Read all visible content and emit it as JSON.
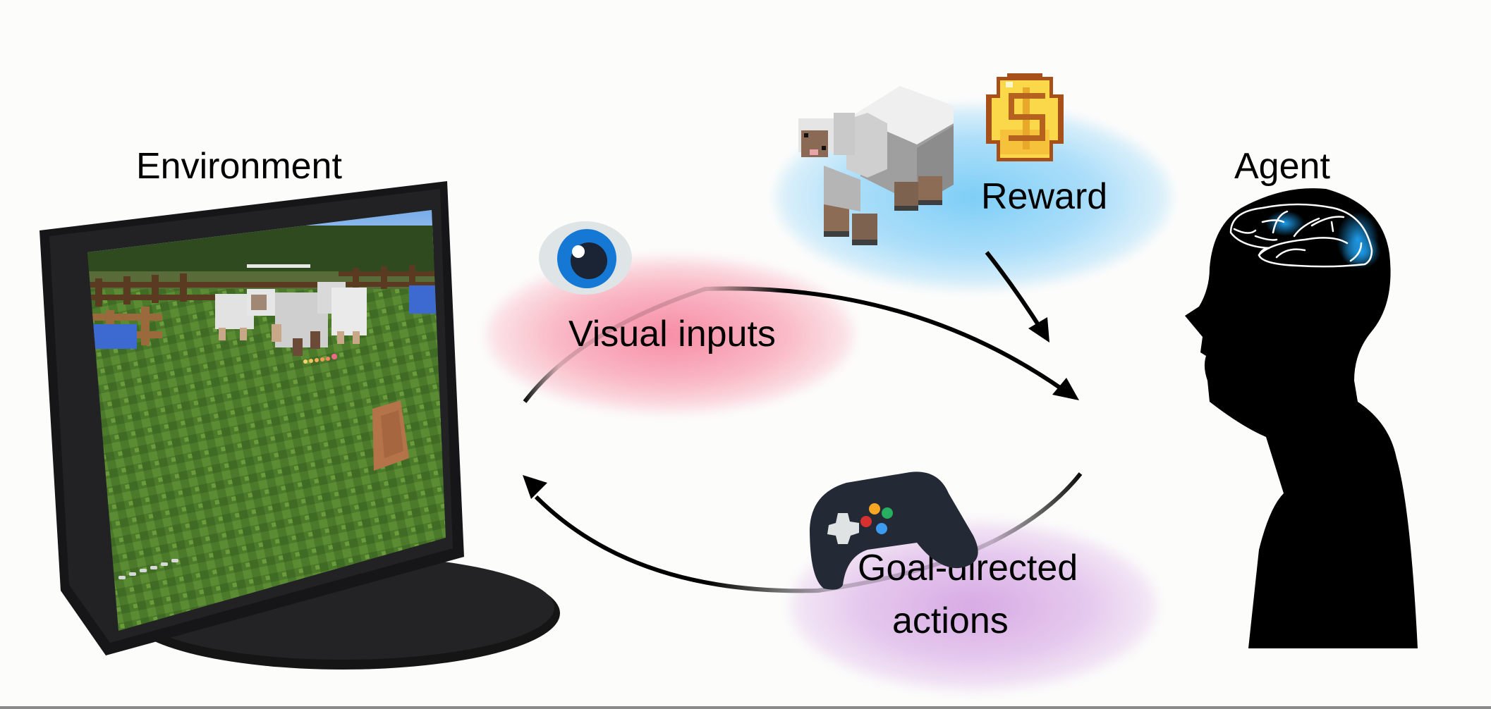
{
  "diagram": {
    "title": "Agent-environment interaction loop",
    "nodes": {
      "environment": {
        "label": "Environment",
        "depiction": "monitor showing Minecraft scene with sheep"
      },
      "agent": {
        "label": "Agent",
        "depiction": "human head silhouette with glowing brain"
      }
    },
    "flows": {
      "visual_inputs": {
        "label": "Visual inputs",
        "icon": "eye-icon",
        "from": "Environment",
        "to": "Agent",
        "highlight_color": "#f6889e"
      },
      "reward": {
        "label": "Reward",
        "icons": [
          "minecraft-sheep-icon",
          "gold-coin-icon"
        ],
        "to": "Agent",
        "highlight_color": "#7ccbf4"
      },
      "actions": {
        "label_line1": "Goal-directed",
        "label_line2": "actions",
        "icon": "gamepad-icon",
        "from": "Agent",
        "to": "Environment",
        "highlight_color": "#d6a8e2"
      }
    },
    "gamepad_button_colors": [
      "#f5a623",
      "#27ae60",
      "#d63030",
      "#3d9bef"
    ],
    "brain_highlight_color": "#1e9be8"
  }
}
